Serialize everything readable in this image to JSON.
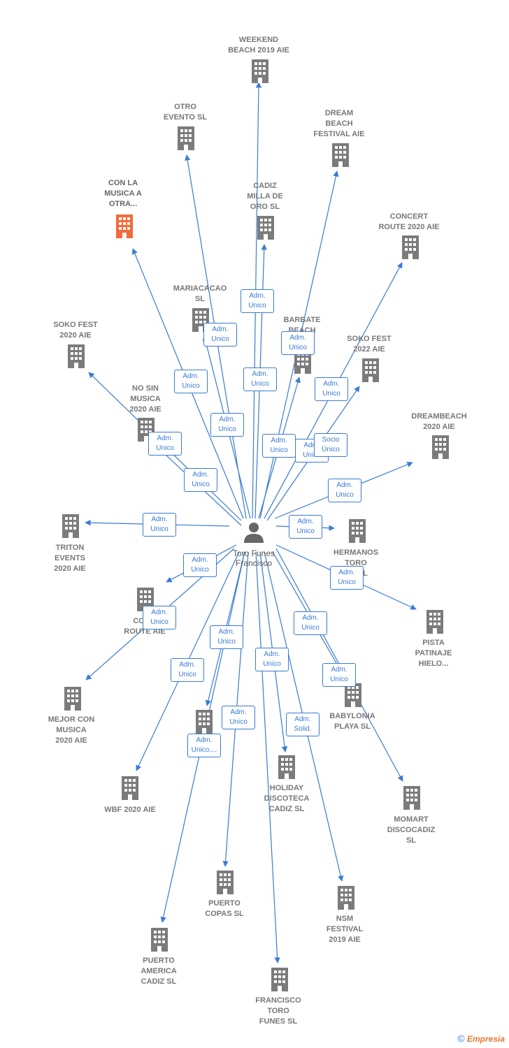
{
  "colors": {
    "edge": "#3a7bd5",
    "building": "#7b7b7b",
    "highlight": "#f26b3a",
    "person": "#666666"
  },
  "center": {
    "label": "Toro Funes\nFrancisco",
    "icon": "person-icon"
  },
  "nodes": [
    {
      "id": "weekend-beach",
      "label": "WEEKEND\nBEACH 2019 AIE"
    },
    {
      "id": "otro-evento",
      "label": "OTRO\nEVENTO  SL"
    },
    {
      "id": "dream-beach-festival",
      "label": "DREAM\nBEACH\nFESTIVAL AIE"
    },
    {
      "id": "con-la-musica",
      "label": "CON LA\nMUSICA A\nOTRA...",
      "highlight": true
    },
    {
      "id": "cadiz-milla",
      "label": "CADIZ\nMILLA DE\nORO  SL"
    },
    {
      "id": "concert-route-2020",
      "label": "CONCERT\nROUTE 2020 AIE"
    },
    {
      "id": "mariacacao",
      "label": "MARIACACAO\nSL"
    },
    {
      "id": "barbate-beach",
      "label": "BARBATE\nBEACH\nF...  SL"
    },
    {
      "id": "soko-fest-2020",
      "label": "SOKO FEST\n2020  AIE"
    },
    {
      "id": "soko-fest-2022",
      "label": "SOKO FEST\n2022 AIE"
    },
    {
      "id": "no-sin-musica",
      "label": "NO SIN\nMUSICA\n2020 AIE"
    },
    {
      "id": "dreambeach-2020",
      "label": "DREAMBEACH\n2020 AIE"
    },
    {
      "id": "triton-events",
      "label": "TRITON\nEVENTS\n2020 AIE"
    },
    {
      "id": "hermanos-toro",
      "label": "HERMANOS\nTORO\n...S SL"
    },
    {
      "id": "concert-route-aie",
      "label": "CON...\nROUTE  AIE"
    },
    {
      "id": "pista-patinaje",
      "label": "PISTA\nPATINAJE\nHIELO..."
    },
    {
      "id": "mejor-con-musica",
      "label": "MEJOR CON\nMUSICA\n2020  AIE"
    },
    {
      "id": "babylonia-playa",
      "label": "BABYLONIA\nPLAYA  SL"
    },
    {
      "id": "soko-fest-alt",
      "label": "SO...ST\n2...E"
    },
    {
      "id": "holiday-discoteca",
      "label": "HOLIDAY\nDISCOTECA\nCADIZ  SL"
    },
    {
      "id": "wbf-2020",
      "label": "WBF 2020 AIE"
    },
    {
      "id": "momart-discocadiz",
      "label": "MOMART\nDISCOCADIZ\nSL"
    },
    {
      "id": "puerto-copas",
      "label": "PUERTO\nCOPAS  SL"
    },
    {
      "id": "nsm-festival",
      "label": "NSM\nFESTIVAL\n2019 AIE"
    },
    {
      "id": "puerto-america",
      "label": "PUERTO\nAMERICA\nCADIZ  SL"
    },
    {
      "id": "francisco-toro",
      "label": "FRANCISCO\nTORO\nFUNES  SL"
    }
  ],
  "badges": [
    "Adm.\nUnico",
    "Adm.\nUnico",
    "Adm.\nUnico",
    "Adm.\nUnico",
    "Adm.\nUnico",
    "Adm.\nUnico",
    "Adm.\nUnico",
    "Adm.\nUnico",
    "Adm.\nUnico",
    "Socio\nÚnico",
    "Adm.\nUnico",
    "Adm.\nUnico",
    "Adm.\nUnico",
    "Adm.\nUnico",
    "Adm.\nUnico",
    "Adm.\nUnico",
    "Adm.\nUnico",
    "Adm.\nUnico",
    "Adm.\nUnico",
    "Adm.\nUnico",
    "Adm.\nUnico",
    "Adm.\nUnico",
    "Adm.\nUnico",
    "Adm.\nUnico",
    "Adm.\nSolid.",
    "Adm.\nUnico,..."
  ],
  "footer": {
    "copyright": "©",
    "brand": "Empresia"
  }
}
